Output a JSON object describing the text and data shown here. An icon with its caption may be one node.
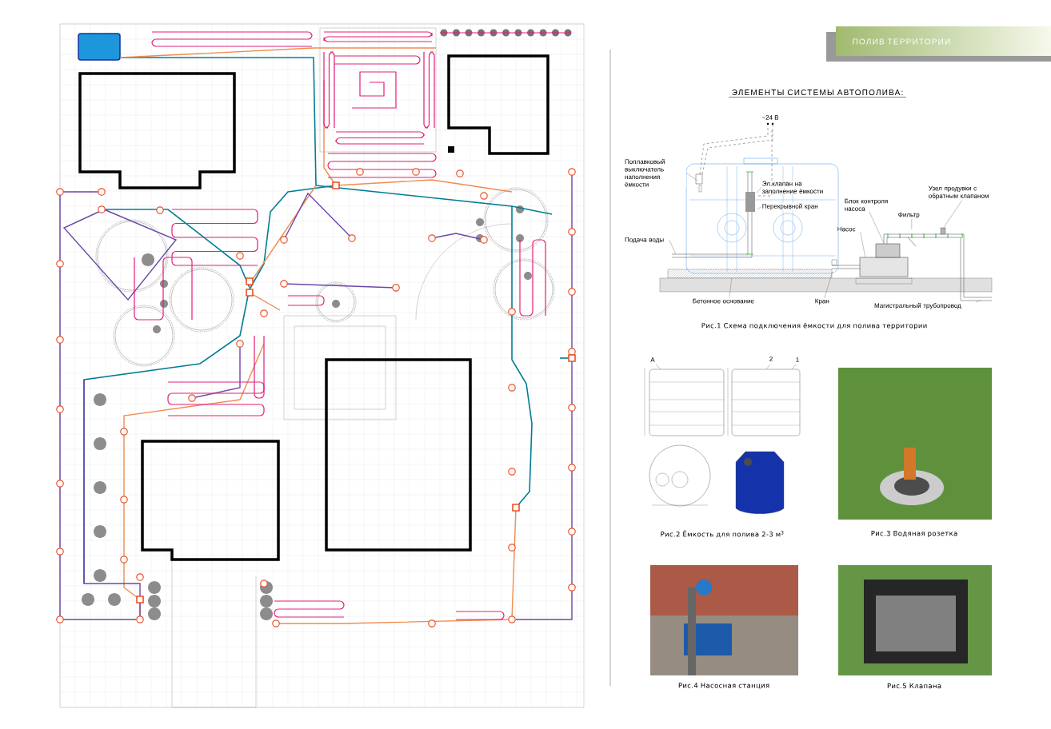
{
  "diagram": {
    "title": "ПОЛИВ ТЕРРИТОРИИ",
    "nodes": [
      {
        "text": [],
        "shape": "picture",
        "beside": [
          "Рис.1 Схема подключения ёмкости для полива территории"
        ]
      },
      {
        "text": [
          "Поплавковый выключатель наполнения ёмкости"
        ]
      },
      {
        "text": [
          "Эл.клапан на заполнение ёмкости"
        ],
        "in": 0
      },
      {
        "text": [
          "Перекрывной кран"
        ],
        "in": 0
      },
      {
        "text": [
          "Подача воды"
        ]
      },
      {
        "text": [
          "Блок контроля насоса"
        ],
        "in": 0
      },
      {
        "text": [
          "Фильтр"
        ],
        "in": 0
      },
      {
        "text": [
          "Узел продувки с обратным клапаном"
        ],
        "in": 0
      },
      {
        "text": [
          "Насос"
        ],
        "in": 0
      },
      {
        "text": [
          "Бетонное основание"
        ],
        "in": 0
      },
      {
        "text": [
          "Кран"
        ],
        "in": 0
      },
      {
        "text": [
          "Магистральный трубопровод"
        ]
      },
      {
        "text": [],
        "shape": "picture",
        "beside": [
          "Рис.2 Ёмкость для полива 2-3 м$^{3}$"
        ]
      },
      {
        "text": [],
        "shape": "picture",
        "beside": [
          "Рис.3 Водяная розетка"
        ]
      },
      {
        "text": [],
        "shape": "picture",
        "beside": [
          "Рис.4 Насосная станция"
        ]
      },
      {
        "text": [],
        "shape": "picture",
        "beside": [
          "Рис.5 Клапана"
        ]
      }
    ],
    "edges": [
      {
        "from": 1,
        "to": 0,
        "arrow": "none"
      },
      {
        "from": 2,
        "to": 0,
        "arrow": "none"
      },
      {
        "from": 3,
        "to": 0,
        "arrow": "none"
      },
      {
        "from": 4,
        "to": 0,
        "arrow": "none"
      },
      {
        "from": 5,
        "to": 0,
        "arrow": "none"
      },
      {
        "from": 6,
        "to": 0,
        "arrow": "none"
      },
      {
        "from": 7,
        "to": 0,
        "arrow": "none"
      },
      {
        "from": 8,
        "to": 0,
        "arrow": "none"
      },
      {
        "from": 9,
        "to": 0,
        "arrow": "none"
      },
      {
        "from": 10,
        "to": 0,
        "arrow": "none"
      },
      {
        "from": 11,
        "to": 0,
        "arrow": "none"
      }
    ],
    "labels": [
      "ЭЛЕМЕНТЫ СИСТЕМЫ АВТОПОЛИВА:",
      "~24 В",
      "А",
      "2",
      "1"
    ]
  }
}
